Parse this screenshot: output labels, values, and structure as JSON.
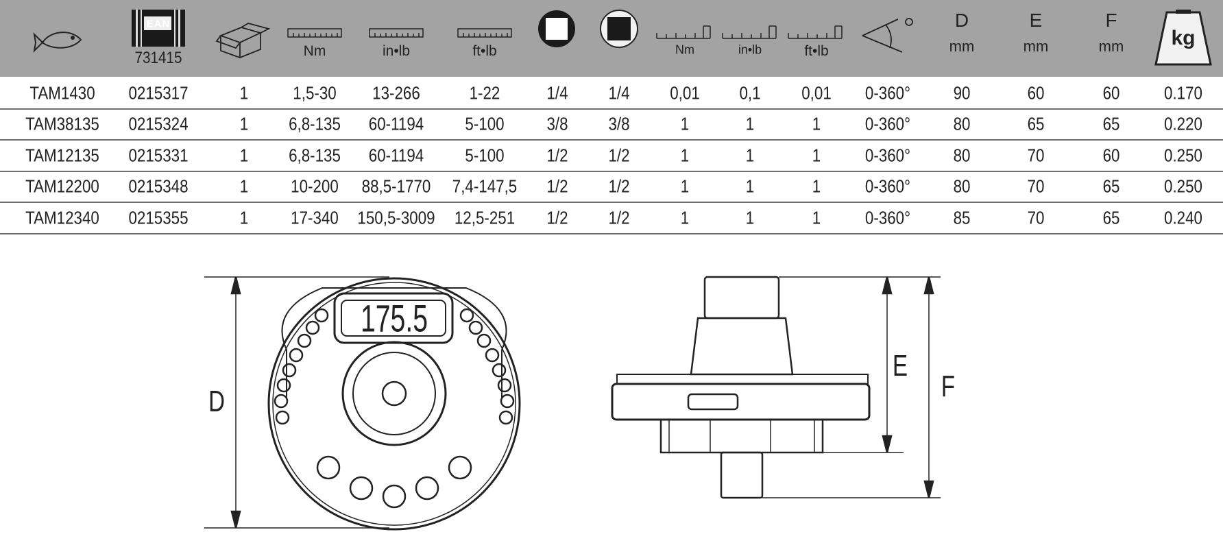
{
  "header": {
    "ean_logo_text": "EAN",
    "ean_code": "731415",
    "cols": {
      "nm": "Nm",
      "inlb": "in•lb",
      "ftlb": "ft•lb",
      "res_nm": "Nm",
      "res_inlb": "in•lb",
      "res_ftlb": "ft•lb",
      "d": "D",
      "e": "E",
      "f": "F",
      "mm": "mm",
      "kg": "kg"
    },
    "icons": [
      "fish-icon",
      "ean-barcode-icon",
      "package-box-icon",
      "ruler-icon",
      "ruler-icon",
      "ruler-icon",
      "square-drive-outer-icon",
      "square-drive-inner-icon",
      "resolution-scale-icon",
      "resolution-scale-icon",
      "resolution-scale-icon",
      "angle-icon",
      "weight-icon"
    ]
  },
  "rows": [
    [
      "TAM1430",
      "0215317",
      "1",
      "1,5-30",
      "13-266",
      "1-22",
      "1/4",
      "1/4",
      "0,01",
      "0,1",
      "0,01",
      "0-360°",
      "90",
      "60",
      "60",
      "0.170"
    ],
    [
      "TAM38135",
      "0215324",
      "1",
      "6,8-135",
      "60-1194",
      "5-100",
      "3/8",
      "3/8",
      "1",
      "1",
      "1",
      "0-360°",
      "80",
      "65",
      "65",
      "0.220"
    ],
    [
      "TAM12135",
      "0215331",
      "1",
      "6,8-135",
      "60-1194",
      "5-100",
      "1/2",
      "1/2",
      "1",
      "1",
      "1",
      "0-360°",
      "80",
      "70",
      "60",
      "0.250"
    ],
    [
      "TAM12200",
      "0215348",
      "1",
      "10-200",
      "88,5-1770",
      "7,4-147,5",
      "1/2",
      "1/2",
      "1",
      "1",
      "1",
      "0-360°",
      "80",
      "70",
      "65",
      "0.250"
    ],
    [
      "TAM12340",
      "0215355",
      "1",
      "17-340",
      "150,5-3009",
      "12,5-251",
      "1/2",
      "1/2",
      "1",
      "1",
      "1",
      "0-360°",
      "85",
      "70",
      "65",
      "0.240"
    ]
  ],
  "drawing": {
    "display_reading": "175.5",
    "dim_d": "D",
    "dim_e": "E",
    "dim_f": "F"
  },
  "colors": {
    "header_bg": "#a3a3a3",
    "rule": "#6f6f6f",
    "ink": "#222222"
  }
}
